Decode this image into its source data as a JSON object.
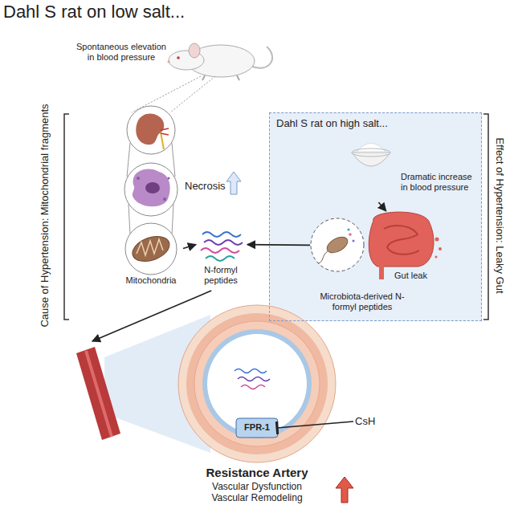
{
  "diagram": {
    "title": "Dahl S rat on low salt...",
    "nodes": [
      {
        "text": [
          "Spontaneous elevation in blood pressure"
        ]
      },
      {
        "text": [
          "Necrosis"
        ]
      },
      {
        "text": [
          "Mitochondria"
        ]
      },
      {
        "text": [
          "Dahl S rat on high salt..."
        ]
      },
      {
        "text": [
          "Dramatic increase in blood pressure"
        ],
        "in": 3
      },
      {
        "text": [
          "Gut leak"
        ],
        "in": 3
      },
      {
        "text": [
          "Microbiota-derived N-formyl peptides"
        ],
        "in": 3
      },
      {
        "text": [
          "N-formyl peptides"
        ]
      },
      {
        "text": [
          "Resistance Artery",
          "Vascular Dysfunction",
          "Vascular Remodeling"
        ]
      },
      {
        "text": [
          "FPR-1"
        ],
        "in": 8
      },
      {
        "text": [
          "CsH"
        ]
      }
    ],
    "edges": [
      {
        "from": 4,
        "to": 5,
        "arrow": "to"
      },
      {
        "from": 2,
        "to": 7,
        "arrow": "to"
      },
      {
        "from": 6,
        "to": 7,
        "arrow": "to"
      },
      {
        "from": 7,
        "to": 8,
        "arrow": "to"
      },
      {
        "from": 10,
        "to": 9,
        "arrow": "to"
      }
    ],
    "labels": [
      "Cause of Hypertension: Mitochondrial fragments",
      "Effect of Hypertension: Leaky Gut"
    ]
  }
}
